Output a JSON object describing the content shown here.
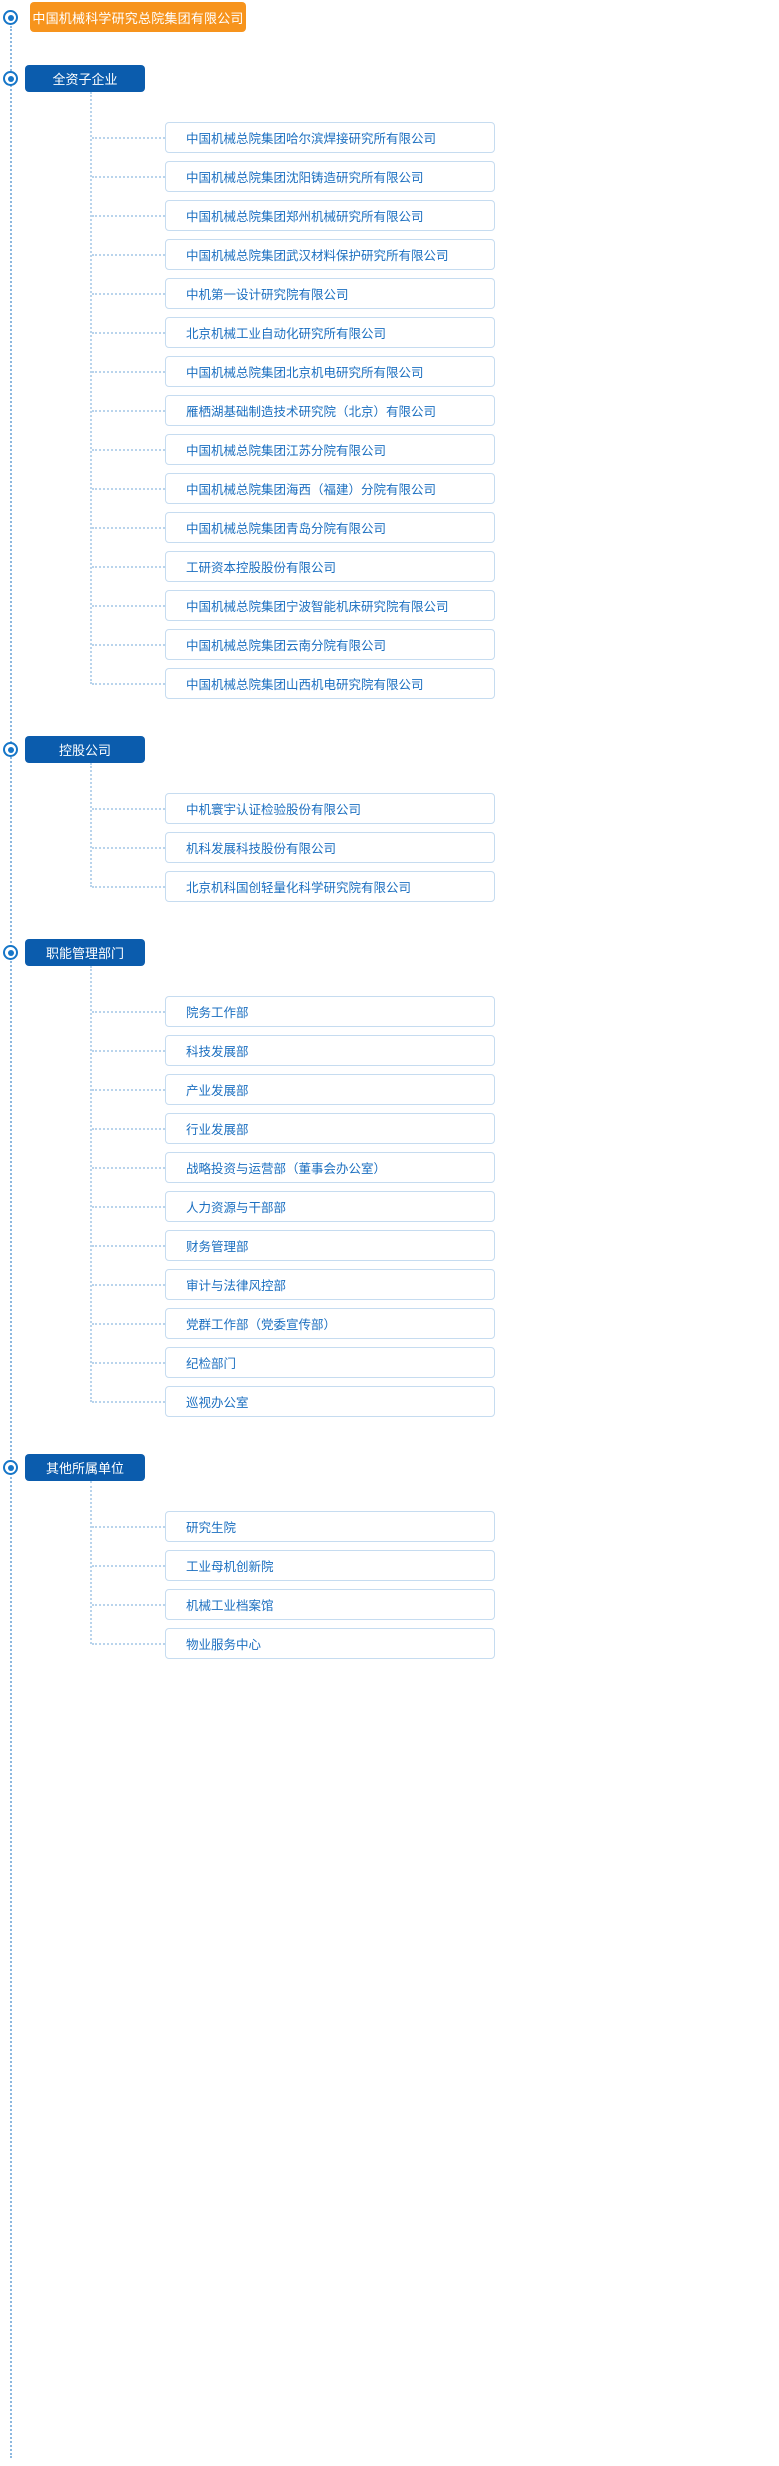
{
  "root": {
    "label": "中国机械科学研究总院集团有限公司",
    "color": "#f7941d"
  },
  "theme": {
    "header_blue": "#0b5cad",
    "leaf_text_blue": "#1b6fc0",
    "leaf_border": "#c6dcf0",
    "connector_blue": "#b9d4ec",
    "dot_blue": "#1676c8"
  },
  "sections": [
    {
      "title": "全资子企业",
      "items": [
        "中国机械总院集团哈尔滨焊接研究所有限公司",
        "中国机械总院集团沈阳铸造研究所有限公司",
        "中国机械总院集团郑州机械研究所有限公司",
        "中国机械总院集团武汉材料保护研究所有限公司",
        "中机第一设计研究院有限公司",
        "北京机械工业自动化研究所有限公司",
        "中国机械总院集团北京机电研究所有限公司",
        "雁栖湖基础制造技术研究院（北京）有限公司",
        "中国机械总院集团江苏分院有限公司",
        "中国机械总院集团海西（福建）分院有限公司",
        "中国机械总院集团青岛分院有限公司",
        "工研资本控股股份有限公司",
        "中国机械总院集团宁波智能机床研究院有限公司",
        "中国机械总院集团云南分院有限公司",
        "中国机械总院集团山西机电研究院有限公司"
      ]
    },
    {
      "title": "控股公司",
      "items": [
        "中机寰宇认证检验股份有限公司",
        "机科发展科技股份有限公司",
        "北京机科国创轻量化科学研究院有限公司"
      ]
    },
    {
      "title": "职能管理部门",
      "items": [
        "院务工作部",
        "科技发展部",
        "产业发展部",
        "行业发展部",
        "战略投资与运营部（董事会办公室）",
        "人力资源与干部部",
        "财务管理部",
        "审计与法律风控部",
        "党群工作部（党委宣传部）",
        "纪检部门",
        "巡视办公室"
      ]
    },
    {
      "title": "其他所属单位",
      "items": [
        "研究生院",
        "工业母机创新院",
        "机械工业档案馆",
        "物业服务中心"
      ]
    }
  ]
}
